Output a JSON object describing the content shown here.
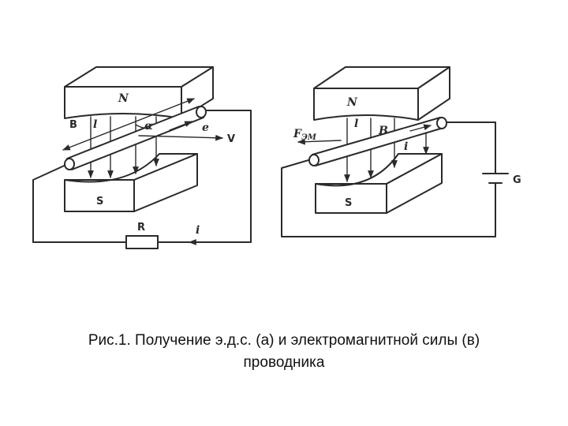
{
  "labels": {
    "left": {
      "north": "N",
      "south": "S",
      "b": "B",
      "l": "l",
      "alpha": "α",
      "e": "e",
      "v": "V",
      "r": "R",
      "i": "i"
    },
    "right": {
      "north": "N",
      "south": "S",
      "l": "l",
      "b": "B",
      "i": "i",
      "f": "F",
      "f_sub": "ЭМ",
      "g": "G"
    }
  },
  "caption": {
    "line1": "Рис.1. Получение э.д.с. (а) и электромагнитной силы (в)",
    "line2": "проводника"
  },
  "colors": {
    "ink": "#2a2a2a",
    "background": "#ffffff"
  }
}
